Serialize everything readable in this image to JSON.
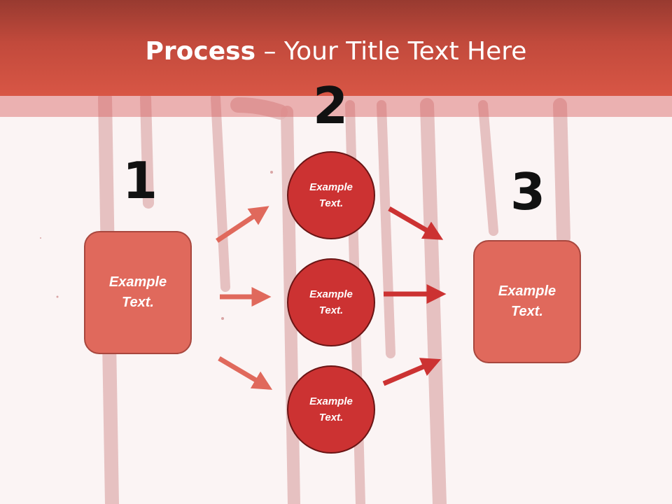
{
  "title": {
    "bold": "Process",
    "rest": " – Your Title Text Here"
  },
  "steps": {
    "one": "1",
    "two": "2",
    "three": "3"
  },
  "nodes": {
    "left_box": "Example\nText.",
    "circle_top": "Example\nText.",
    "circle_middle": "Example\nText.",
    "circle_bottom": "Example\nText.",
    "right_box": "Example\nText."
  },
  "colors": {
    "header": "#d85645",
    "box": "#e0695c",
    "circle": "#cc3232",
    "arrow_left": "#e0695c",
    "arrow_right": "#cc3232"
  }
}
